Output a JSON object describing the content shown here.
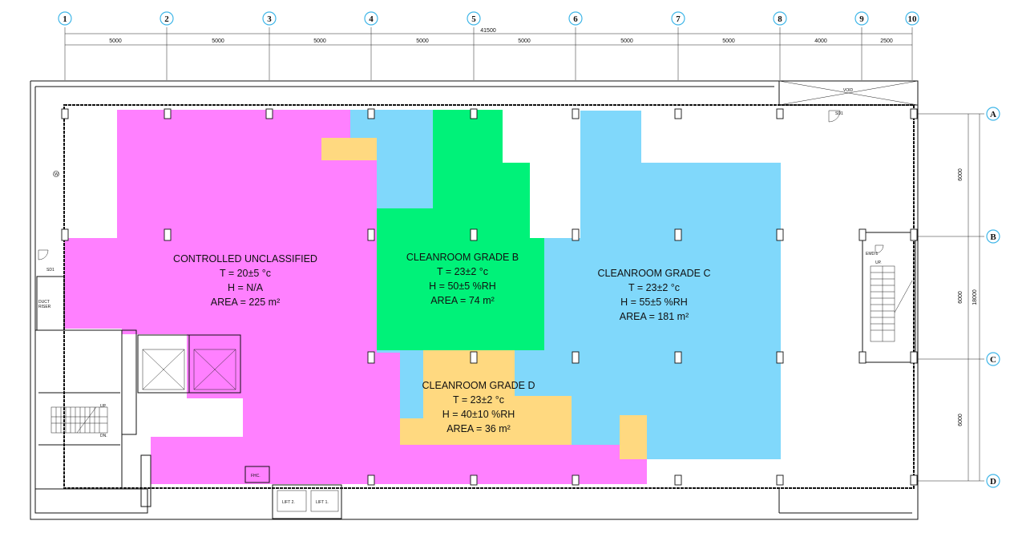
{
  "grid": {
    "columns": [
      "1",
      "2",
      "3",
      "4",
      "5",
      "6",
      "7",
      "8",
      "9",
      "10"
    ],
    "rows": [
      "A",
      "B",
      "C",
      "D"
    ],
    "overall_width": "41500",
    "column_spacings": [
      "5000",
      "5000",
      "5000",
      "5000",
      "5000",
      "5000",
      "5000",
      "4000",
      "2500"
    ],
    "row_spacings": [
      "6000",
      "6000",
      "6000"
    ],
    "overall_depth": "18000"
  },
  "zones": [
    {
      "id": "controlled",
      "color": "#ff80ff",
      "lines": [
        "CONTROLLED UNCLASSIFIED",
        "T = 20±5 °c",
        "H = N/A",
        "AREA = 225 m²"
      ]
    },
    {
      "id": "grade-b",
      "color": "#00f279",
      "lines": [
        "CLEANROOM GRADE B",
        "T = 23±2 °c",
        "H = 50±5 %RH",
        "AREA = 74 m²"
      ]
    },
    {
      "id": "grade-c",
      "color": "#80d8fb",
      "lines": [
        "CLEANROOM GRADE C",
        "T = 23±2 °c",
        "H = 55±5 %RH",
        "AREA = 181 m²"
      ]
    },
    {
      "id": "grade-d",
      "color": "#ffd980",
      "lines": [
        "CLEANROOM GRADE D",
        "T = 23±2 °c",
        "H = 40±10 %RH",
        "AREA = 36 m²"
      ]
    }
  ],
  "labels": {
    "void": "VOID",
    "sd1_a": "SD1",
    "sd1_b": "SD1",
    "duct_riser_1": "DUCT",
    "duct_riser_2": "RISER",
    "emd": "EMD.1",
    "up_right": "UP.",
    "up_left": "UP.",
    "dn_left": "DN.",
    "fhc": "FHC.",
    "lift2": "LIFT 2.",
    "lift1": "LIFT 1.",
    "w": "W"
  },
  "colors": {
    "grid_bubble": "#3fb6e8",
    "lines": "#111111"
  }
}
